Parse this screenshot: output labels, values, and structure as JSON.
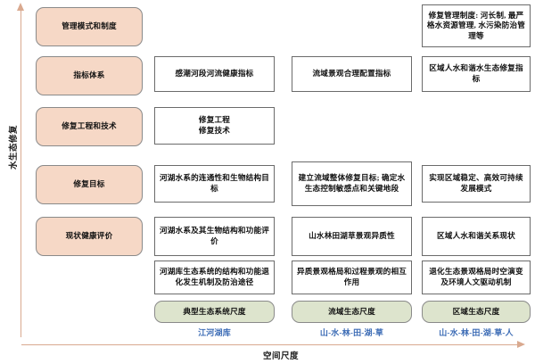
{
  "axes": {
    "vertical_label": "水生态修复",
    "horizontal_label": "空间尺度",
    "accent_color": "#d9a98f"
  },
  "colors": {
    "pink_box": "#f6d8c6",
    "green_box": "#dde4cd",
    "white_box": "#ffffff",
    "caption_blue": "#3b6bb5",
    "border_gray": "#6b6b6b"
  },
  "rows": [
    {
      "label": "管理模式和制度"
    },
    {
      "label": "指标体系"
    },
    {
      "label": "修复工程和技术"
    },
    {
      "label": "修复目标"
    },
    {
      "label": "现状健康评价"
    }
  ],
  "cells": {
    "r1c4": "修复管理制度: 河长制, 最严格水资源管理, 水污染防治管理等",
    "r2c2": "感潮河段河流健康指标",
    "r2c3": "流域景观合理配置指标",
    "r2c4": "区域人水和谐水生态修复指标",
    "r3c2": "修复工程\n修复技术",
    "r4c2": "河湖水系的连通性和生物结构目标",
    "r4c3": "建立流域整体修复目标; 确定水生态控制敏感点和关键地段",
    "r4c4": "实现区域稳定、高效可持续发展模式",
    "r5c2": "河湖水系及其生物结构和功能评价",
    "r5c3": "山水林田湖草景观异质性",
    "r5c4": "区域人水和谐关系现状",
    "r6c2": "河湖库生态系统的结构和功能退化发生机制及防治途径",
    "r6c3": "异质景观格局和过程景观的相互作用",
    "r6c4": "退化生态景观格局时空演变及环境人文驱动机制"
  },
  "scales": [
    {
      "box": "典型生态系统尺度",
      "caption": "江河湖库"
    },
    {
      "box": "流域生态尺度",
      "caption": "山-水-林-田-湖-草"
    },
    {
      "box": "区域生态尺度",
      "caption": "山-水-林-田-湖-草-人"
    }
  ]
}
